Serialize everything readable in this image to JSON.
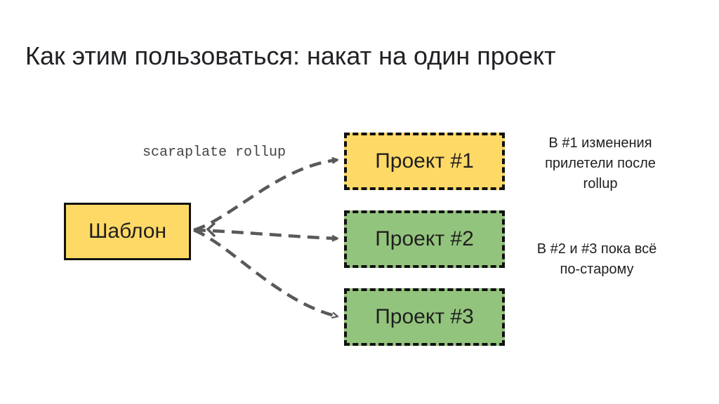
{
  "slide": {
    "title": "Как этим пользоваться: накат на один проект"
  },
  "diagram": {
    "template_label": "Шаблон",
    "command_label": "scaraplate rollup",
    "projects": [
      {
        "label": "Проект #1",
        "fill": "#ffd966"
      },
      {
        "label": "Проект #2",
        "fill": "#93c47d"
      },
      {
        "label": "Проект #3",
        "fill": "#93c47d"
      }
    ],
    "template_fill": "#ffd966",
    "arrow_color": "#595959",
    "notes": [
      {
        "lines": [
          "В #1 изменения",
          "прилетели после",
          "rollup"
        ]
      },
      {
        "lines": [
          "В #2 и #3 пока всё",
          "по-старому"
        ]
      }
    ]
  }
}
